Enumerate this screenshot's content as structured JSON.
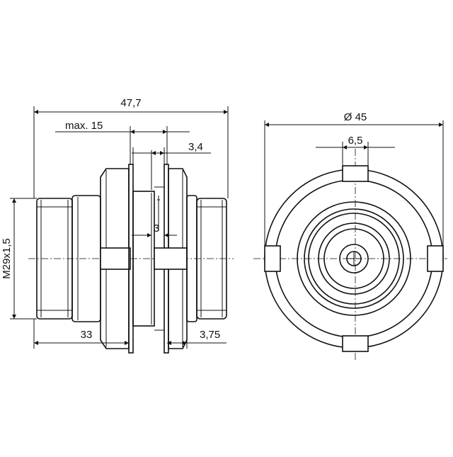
{
  "drawing": {
    "dimensions": {
      "overall_length": "47,7",
      "max_panel": "max. 15",
      "flange_gap": "3,4",
      "inner_gap": "3",
      "thread": "M29x1,5",
      "length_left": "33",
      "flange_right": "3,75",
      "outer_diameter": "Ø 45",
      "slot_width": "6,5"
    }
  }
}
